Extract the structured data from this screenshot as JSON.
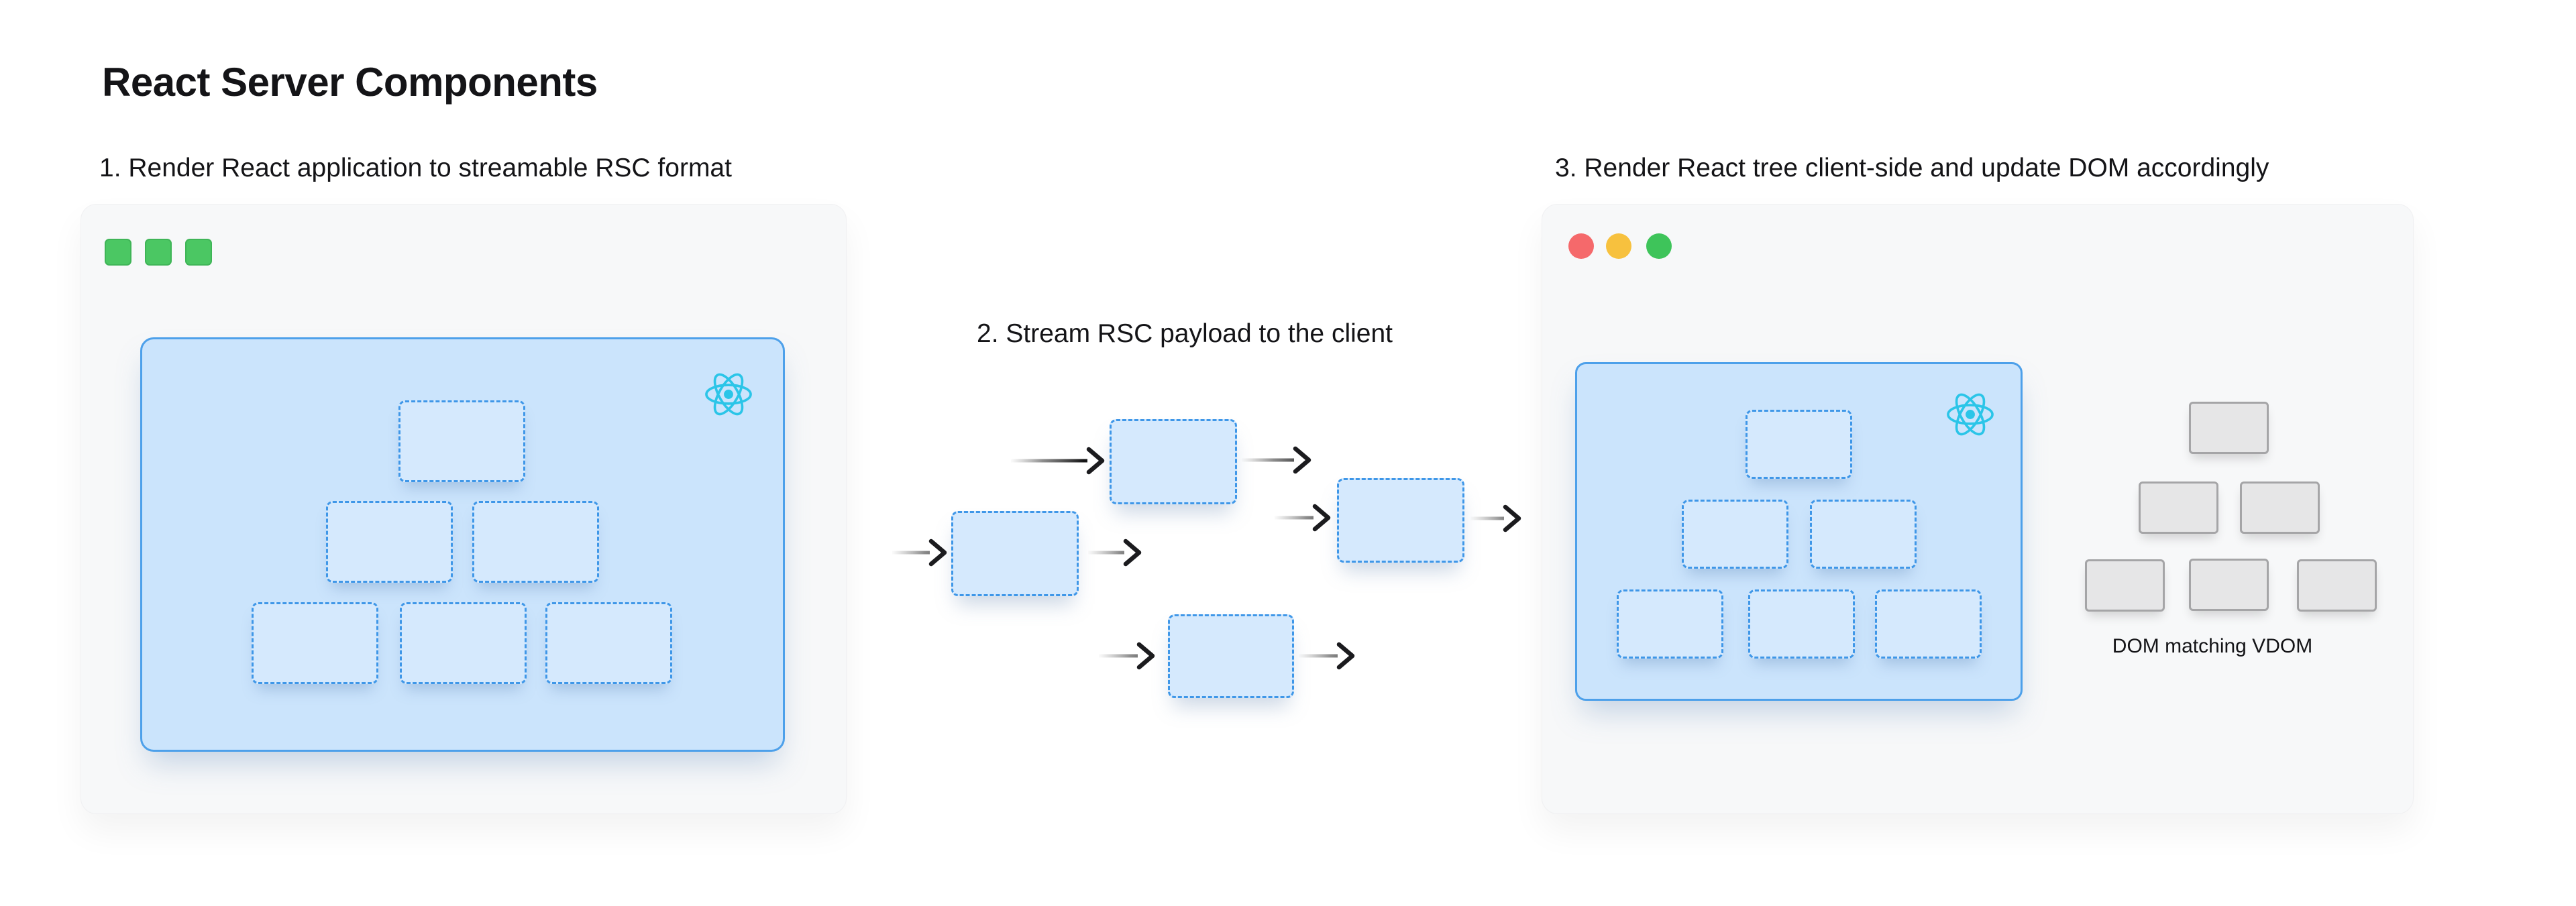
{
  "page": {
    "title": "React Server Components"
  },
  "steps": {
    "step1": {
      "label": "1. Render React application to streamable RSC format"
    },
    "step2": {
      "label": "2. Stream RSC payload to the client"
    },
    "step3": {
      "label": "3. Render React tree client-side and update DOM accordingly"
    }
  },
  "dom_tree": {
    "caption": "DOM matching VDOM"
  },
  "icons": {
    "react_logo": "react-logo-icon",
    "server_window_controls": "green-square-window-controls",
    "client_window_controls": "traffic-light-window-controls",
    "flow_arrow": "flow-arrow-icon"
  },
  "colors": {
    "text": "#141417",
    "card_bg": "#f7f8f9",
    "card_border": "#f0f0f2",
    "panel_blue": "#cbe4fc",
    "box_blue": "#d5e9fd",
    "panel_border": "#4da0ea",
    "dash_blue": "#3f97e8",
    "react_cyan": "#2bc5e8",
    "green_square": "#4bc763",
    "mac_red": "#f5696b",
    "mac_yellow": "#f7c13e",
    "mac_green": "#3ec45a",
    "gray_fill": "#e6e6e7",
    "gray_border": "#a5a5a7",
    "arrow": "#1b1b1e"
  }
}
